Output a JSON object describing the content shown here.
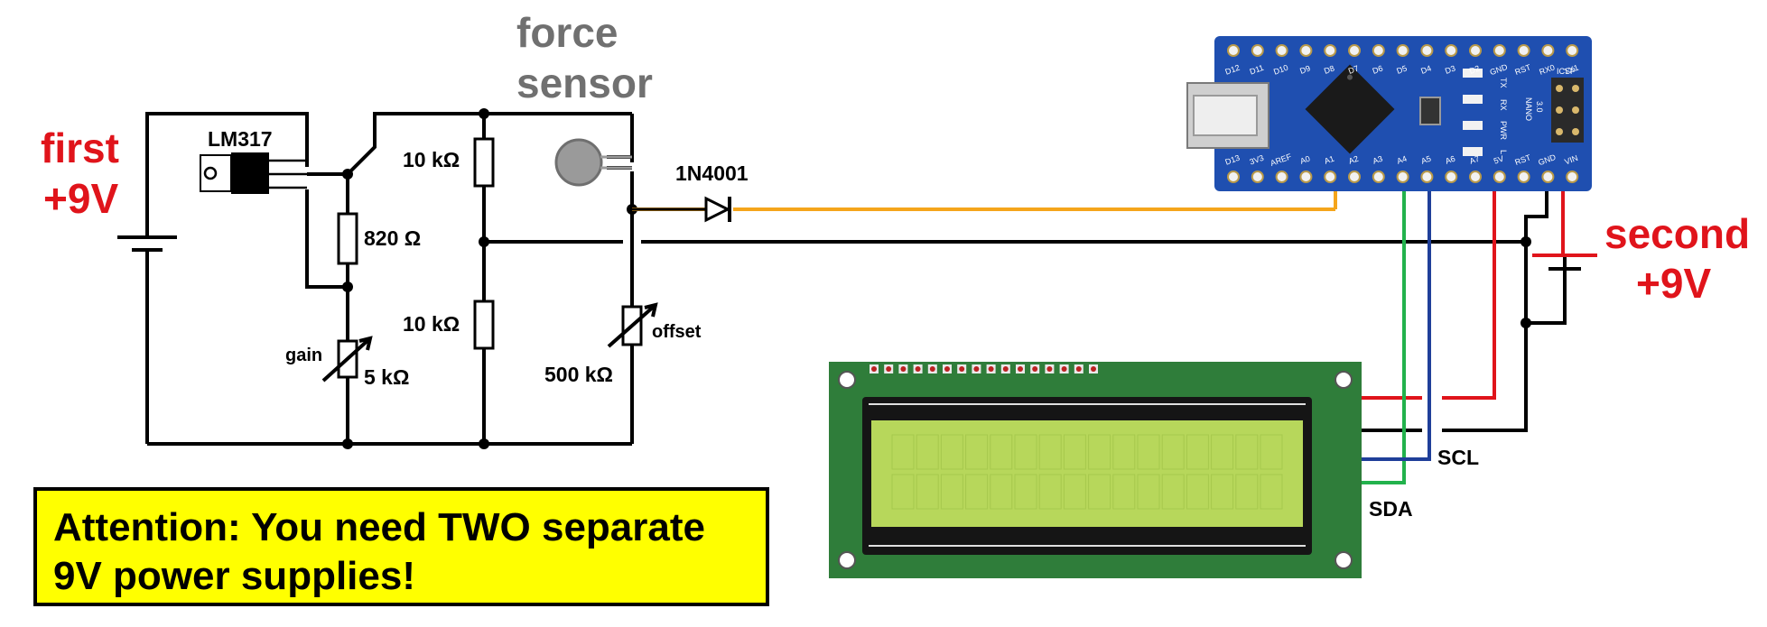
{
  "labels": {
    "first_supply": [
      "first",
      "+9V"
    ],
    "second_supply": [
      "second",
      "+9V"
    ],
    "force_sensor": [
      "force",
      "sensor"
    ],
    "regulator": "LM317",
    "r_820": "820 Ω",
    "r_10k_top": "10 kΩ",
    "r_10k_bottom": "10 kΩ",
    "gain": "gain",
    "pot_5k": "5 kΩ",
    "offset": "offset",
    "pot_500k": "500 kΩ",
    "diode": "1N4001",
    "scl": "SCL",
    "sda": "SDA"
  },
  "attention": {
    "line1": "Attention: You need TWO separate",
    "line2": "9V power supplies!"
  },
  "nano": {
    "top_pins": [
      "D12",
      "D11",
      "D10",
      "D9",
      "D8",
      "D7",
      "D6",
      "D5",
      "D4",
      "D3",
      "D2",
      "GND",
      "RST",
      "RX0",
      "TX1"
    ],
    "bottom_pins": [
      "D13",
      "3V3",
      "AREF",
      "A0",
      "A1",
      "A2",
      "A3",
      "A4",
      "A5",
      "A6",
      "A7",
      "5V",
      "RST",
      "GND",
      "VIN"
    ],
    "side_labels": [
      "TX",
      "RX",
      "PWR",
      "L"
    ],
    "model": [
      "NANO",
      "3.0"
    ],
    "icsp": "ICSP"
  },
  "colors": {
    "wire": "#000000",
    "signal": "#f5a51b",
    "power": "#e0141b",
    "sda": "#22b24c",
    "scl": "#1f3f99",
    "lcd_screen": "#b7d75b",
    "pcb_green": "#2f7d3a",
    "nano_blue": "#1f4fb0",
    "attention_bg": "#ffff00"
  }
}
